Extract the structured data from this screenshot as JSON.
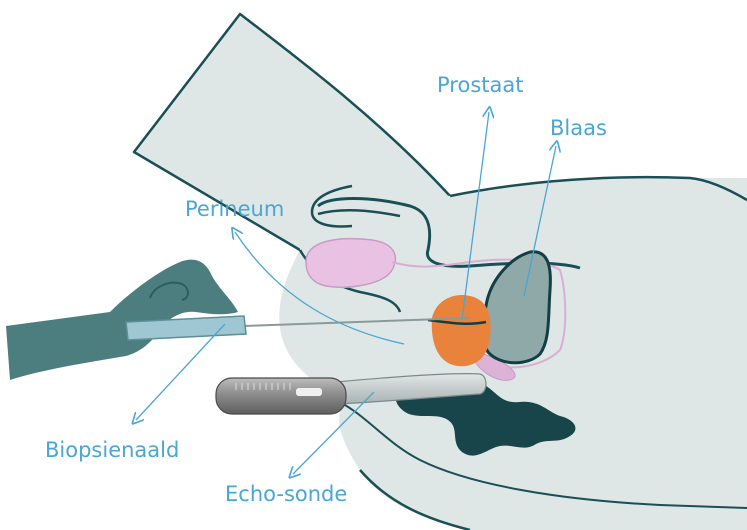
{
  "labels": {
    "prostaat": "Prostaat",
    "blaas": "Blaas",
    "perineum": "Perineum",
    "biopsienaald": "Biopsienaald",
    "echo_sonde": "Echo-sonde"
  },
  "colors": {
    "body_fill": "#dfe7e6",
    "outline": "#1a4f57",
    "label_blue": "#4aa6d2",
    "prostate": "#e9823a",
    "bladder": "#8fa9a9",
    "bladder_outline": "#123f46",
    "glove": "#4c7e80",
    "colon": "#184549",
    "seminal": "#dcb3d6",
    "needle_sheath": "#9ec7d3",
    "probe": "#8a8a8a"
  }
}
